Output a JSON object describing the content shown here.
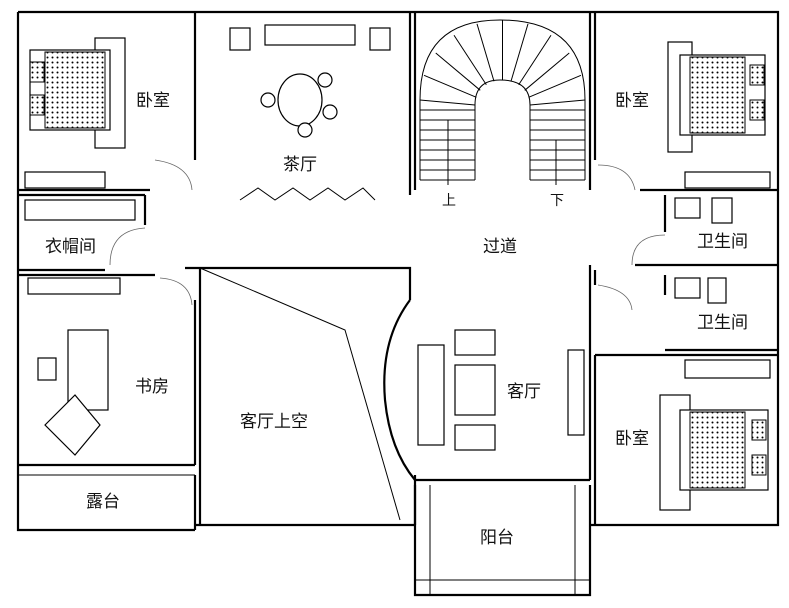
{
  "rooms": {
    "bedroom_nw": "卧室",
    "tea_hall": "茶厅",
    "bedroom_ne": "卧室",
    "cloakroom": "衣帽间",
    "corridor": "过道",
    "bathroom_1": "卫生间",
    "bathroom_2": "卫生间",
    "study": "书房",
    "living_void": "客厅上空",
    "living_room": "客厅",
    "bedroom_se": "卧室",
    "terrace": "露台",
    "balcony": "阳台"
  },
  "stairs": {
    "up": "上",
    "down": "下"
  }
}
